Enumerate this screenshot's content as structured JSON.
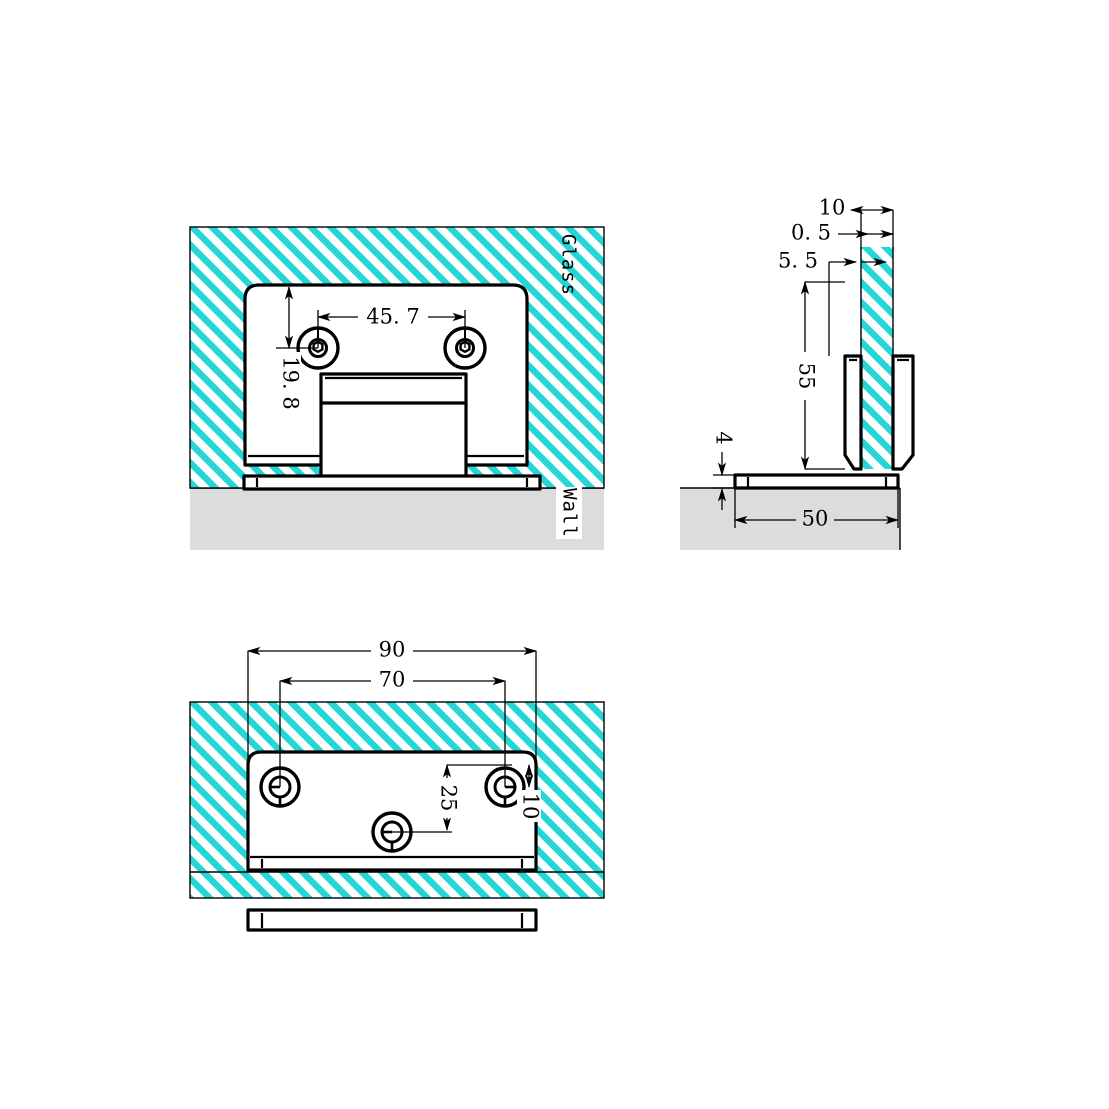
{
  "drawing": {
    "title": "Glass-to-wall shower hinge technical drawing",
    "units": "mm",
    "background": "#ffffff",
    "line_color": "#000000",
    "glass_hatch_color": "#24d6d6",
    "glass_fill_color": "#ffffff",
    "wall_fill_color": "#dcdcdc"
  },
  "materials": {
    "glass_label": "Glass",
    "wall_label": "Wall"
  },
  "views": {
    "front": {
      "name": "front-elevation-view",
      "dimensions": {
        "hole_spacing": "45. 7",
        "hole_edge_distance": "19. 8"
      }
    },
    "side": {
      "name": "side-elevation-view",
      "dimensions": {
        "arm_total_thickness": "10",
        "gasket_gap": "0. 5",
        "offset": "5. 5",
        "arm_height": "55",
        "plate_thickness": "4",
        "plate_depth": "50"
      }
    },
    "plan": {
      "name": "plan-bottom-view",
      "dimensions": {
        "plate_width": "90",
        "hole_spacing": "70",
        "center_hole_offset": "25",
        "edge_offset": "10"
      }
    }
  },
  "dimension_list": [
    "45. 7",
    "19. 8",
    "10",
    "0. 5",
    "5. 5",
    "55",
    "4",
    "50",
    "90",
    "70",
    "25",
    "10"
  ]
}
